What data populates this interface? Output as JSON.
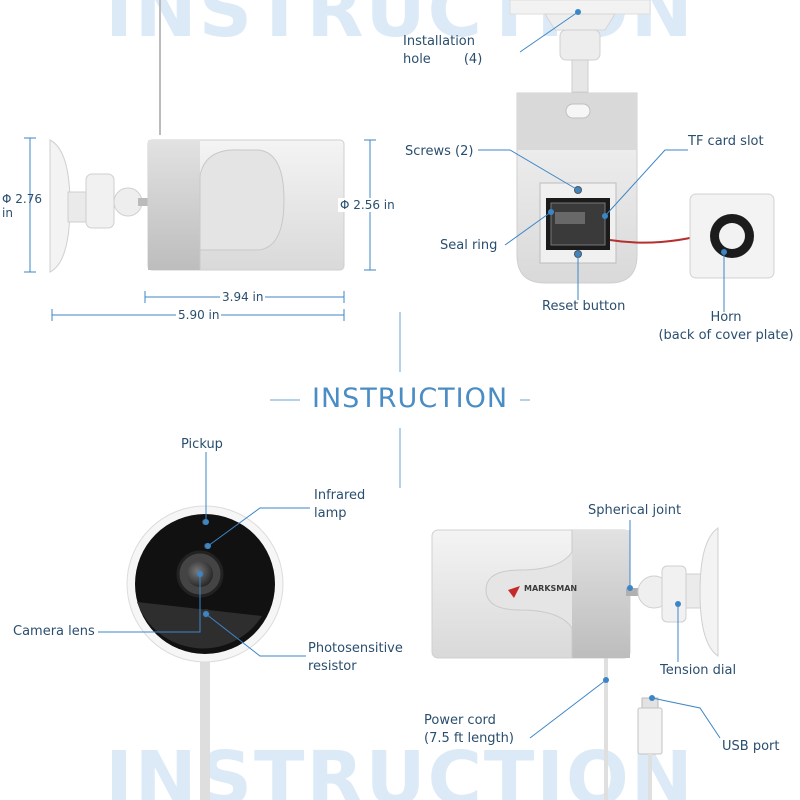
{
  "watermark_text": "INSTRUCTION",
  "heading": "INSTRUCTION",
  "dimensions": {
    "height_outer": "Φ 2.76\nin",
    "height_body": "Φ 2.56 in",
    "body_length": "3.94 in",
    "total_length": "5.90 in"
  },
  "labels": {
    "installation_hole": "Installation\nhole        (4)",
    "screws": "Screws (2)",
    "tf_card_slot": "TF card slot",
    "seal_ring": "Seal ring",
    "reset_button": "Reset button",
    "horn": "Horn\n(back of cover plate)",
    "pickup": "Pickup",
    "infrared_lamp": "Infrared\nlamp",
    "camera_lens": "Camera lens",
    "photosensitive_resistor": "Photosensitive\nresistor",
    "spherical_joint": "Spherical joint",
    "tension_dial": "Tension dial",
    "power_cord": "Power cord\n(7.5 ft length)",
    "usb_port": "USB port"
  },
  "brand_logo_text": "MARKSMAN",
  "colors": {
    "accent": "#4a8cc4",
    "label_text": "#2a4e6e",
    "watermark": "#dbeaf6",
    "leader_dot": "#3d86c6"
  }
}
